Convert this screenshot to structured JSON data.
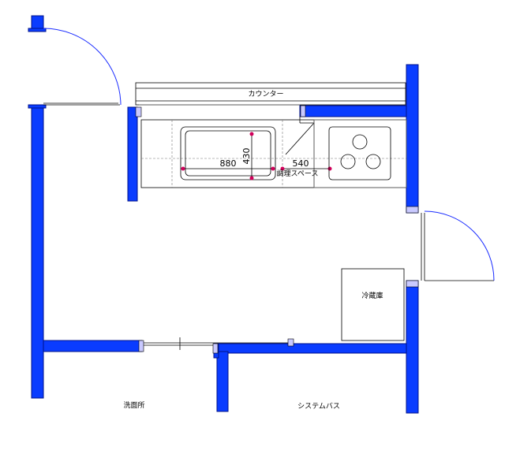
{
  "labels": {
    "counter": "カウンター",
    "prep_space": "調理スペース",
    "refrigerator": "冷蔵庫",
    "washroom": "洗面所",
    "system_bath": "システムバス"
  },
  "dimensions": {
    "sink_width": "880",
    "sink_depth": "430",
    "prep_width": "540"
  },
  "colors": {
    "wall": "#0a3cff",
    "door_arc": "#1a2cff",
    "dimension_point": "#d0005a"
  }
}
